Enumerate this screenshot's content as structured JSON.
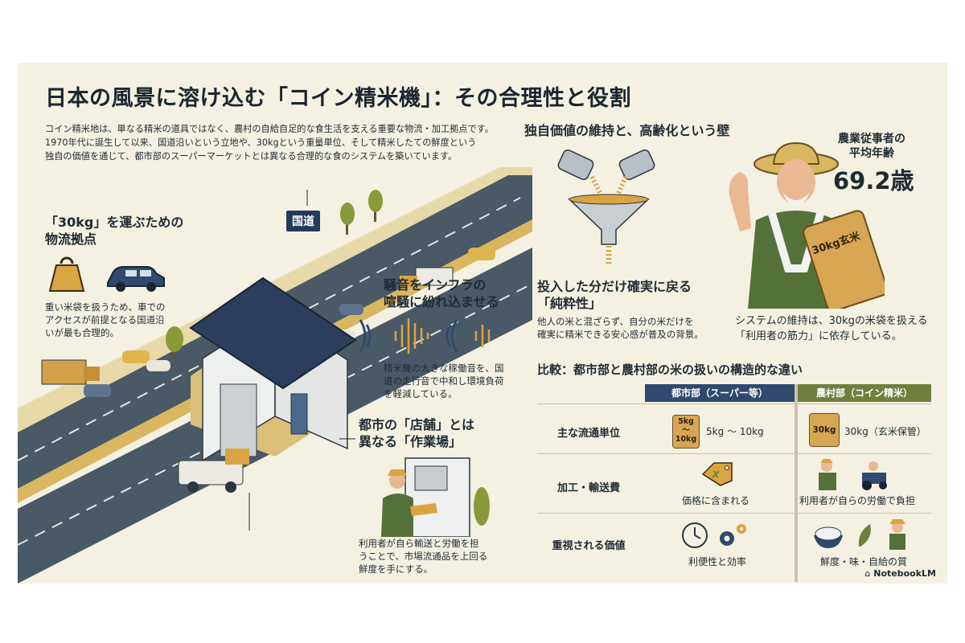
{
  "title": "日本の風景に溶け込む「コイン精米機」：その合理性と役割",
  "intro": [
    "コイン精米地は、単なる精米の道具ではなく、農村の自給自足的な食生活を支える重要な物流・加工拠点です。",
    "1970年代に誕生して以来、国道沿いという立地や、30kgという重量単位、そして精米したての鮮度という",
    "独自の価値を通じて、都市部のスーパーマーケットとは異なる合理的な食のシステムを築いています。"
  ],
  "road_sign": "国道",
  "logistics": {
    "heading": [
      "「30kg」を運ぶための",
      "物流拠点"
    ],
    "body": [
      "重い米袋を扱うため、車での",
      "アクセスが前提となる国道沿",
      "いが最も合理的。"
    ]
  },
  "noise": {
    "heading": [
      "騒音をインフラの",
      "喧騒に紛れ込ませる"
    ],
    "body": [
      "精米機の大きな稼働音を、国",
      "道の走行音で中和し環境負荷",
      "を軽減している。"
    ]
  },
  "workshop": {
    "heading": [
      "都市の「店舗」とは",
      "異なる「作業場」"
    ],
    "body": [
      "利用者が自ら輸送と労働を担",
      "うことで、市場流通品を上回る",
      "鮮度を手にする。"
    ]
  },
  "aging": {
    "heading": "独自価値の維持と、高齢化という壁",
    "stat_label": [
      "農業従事者の",
      "平均年齢"
    ],
    "stat_value": "69.2歳",
    "bag_label": "30kg玄米",
    "body": [
      "システムの維持は、30kgの米袋を扱える",
      "「利用者の筋力」に依存している。"
    ]
  },
  "purity": {
    "heading": [
      "投入した分だけ確実に戻る",
      "「純粋性」"
    ],
    "body": [
      "他人の米と混ざらず、自分の米だけを",
      "確実に精米できる安心感が普及の背景。"
    ]
  },
  "comparison": {
    "heading": "比較：都市部と農村部の米の扱いの構造的な違い",
    "col_urban": "都市部（スーパー等）",
    "col_rural": "農村部（コイン精米）",
    "colors": {
      "urban": "#2f4a6e",
      "rural": "#6f7f3c"
    },
    "rows": [
      {
        "label": "主な流通単位",
        "urban_icon": "5kg〜10kg",
        "urban_text": "5kg 〜 10kg",
        "rural_icon": "30kg",
        "rural_text": "30kg（玄米保管）"
      },
      {
        "label": "加工・輸送費",
        "urban_icon": "price-tag-icon",
        "urban_text": "価格に含まれる",
        "rural_icon": "farmer-tractor-icon",
        "rural_text": "利用者が自らの労働で負担"
      },
      {
        "label": "重視される価値",
        "urban_icon": "clock-gear-icon",
        "urban_text": "利便性と効率",
        "rural_icon": "rice-leaf-farmer-icon",
        "rural_text": "鮮度・味・自給の質"
      }
    ]
  },
  "bag_small_lines": [
    "5kg",
    "〜",
    "10kg"
  ],
  "brand": "NotebookLM"
}
